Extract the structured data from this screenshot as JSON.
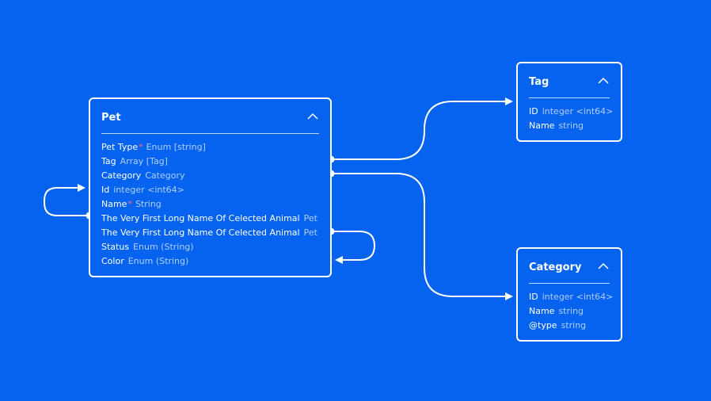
{
  "colors": {
    "background": "#0563f0",
    "line": "#ffffff",
    "field_type": "#a9c6ff",
    "required_marker": "#ff6b81"
  },
  "entities": {
    "pet": {
      "title": "Pet",
      "fields": [
        {
          "name": "Pet Type",
          "required": "*",
          "type": "Enum [string]"
        },
        {
          "name": "Tag",
          "required": "",
          "type": "Array [Tag]"
        },
        {
          "name": "Category",
          "required": "",
          "type": "Category"
        },
        {
          "name": "Id",
          "required": "",
          "type": "integer <int64>"
        },
        {
          "name": "Name",
          "required": "*",
          "type": "String"
        },
        {
          "name": "The Very First Long Name Of Celected Animal",
          "required": "",
          "type": "Pet"
        },
        {
          "name": "The Very First Long Name Of Celected Animal",
          "required": "",
          "type": "Pet"
        },
        {
          "name": "Status",
          "required": "",
          "type": "Enum (String)"
        },
        {
          "name": "Color",
          "required": "",
          "type": "Enum (String)"
        }
      ]
    },
    "tag": {
      "title": "Tag",
      "fields": [
        {
          "name": "ID",
          "required": "",
          "type": "integer <int64>"
        },
        {
          "name": "Name",
          "required": "",
          "type": "string"
        }
      ]
    },
    "category": {
      "title": "Category",
      "fields": [
        {
          "name": "ID",
          "required": "",
          "type": "integer <int64>"
        },
        {
          "name": "Name",
          "required": "",
          "type": "string"
        },
        {
          "name": "@type",
          "required": "",
          "type": "string"
        }
      ]
    }
  }
}
